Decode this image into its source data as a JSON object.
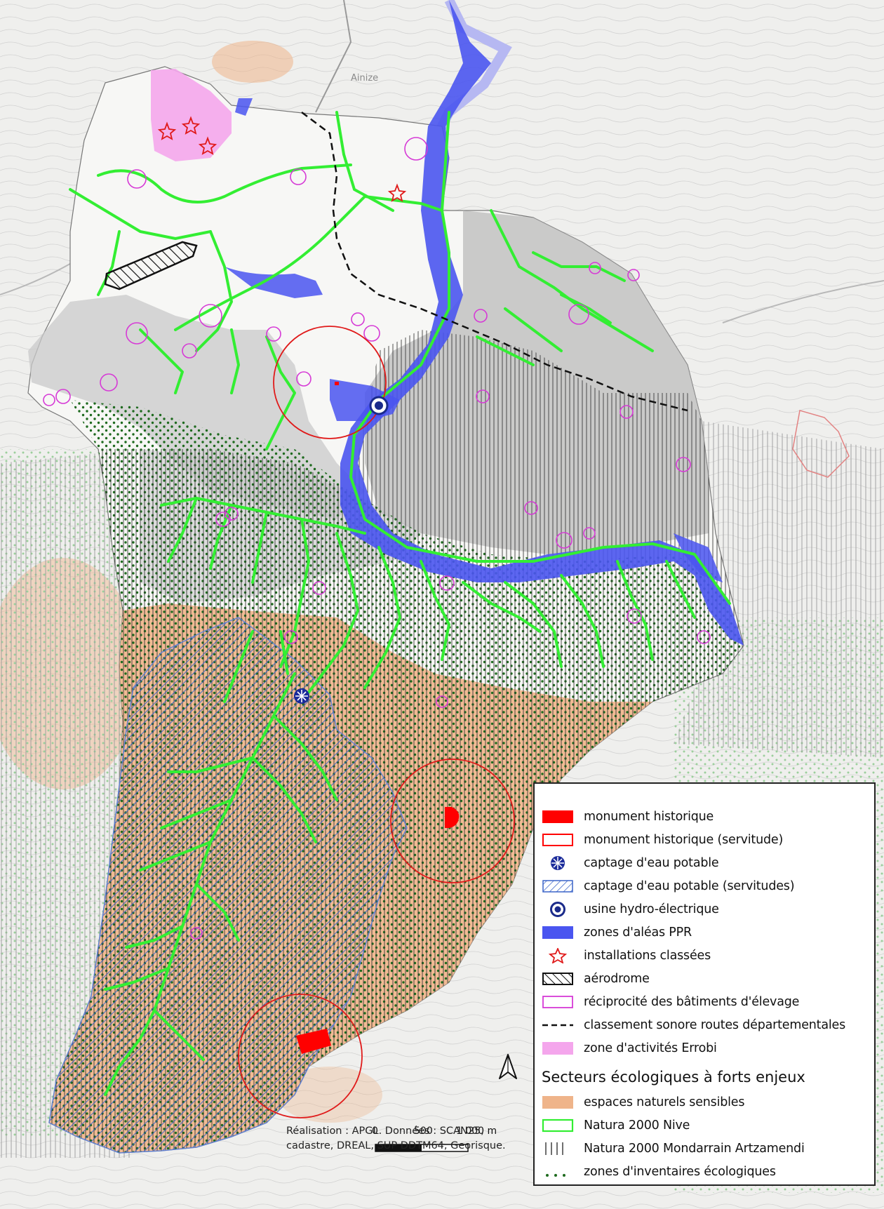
{
  "legend": {
    "items": [
      {
        "label": "monument historique",
        "icon": "filled-red-rect-icon"
      },
      {
        "label": "monument historique (servitude)",
        "icon": "red-outline-rect-icon"
      },
      {
        "label": "captage d'eau potable",
        "icon": "water-capture-icon"
      },
      {
        "label": "captage d'eau potable (servitudes)",
        "icon": "blue-hatch-icon"
      },
      {
        "label": "usine hydro-électrique",
        "icon": "hydro-plant-icon"
      },
      {
        "label": "zones d'aléas PPR",
        "icon": "blue-fill-icon"
      },
      {
        "label": "installations classées",
        "icon": "red-star-icon"
      },
      {
        "label": "aérodrome",
        "icon": "black-hatch-icon"
      },
      {
        "label": "réciprocité des bâtiments d'élevage",
        "icon": "magenta-outline-icon"
      },
      {
        "label": "classement sonore routes départementales",
        "icon": "black-dash-icon"
      },
      {
        "label": "zone d'activités Errobi",
        "icon": "pink-fill-icon"
      }
    ],
    "section_title": "Secteurs écologiques à forts enjeux",
    "eco_items": [
      {
        "label": "espaces naturels sensibles",
        "icon": "orange-fill-icon"
      },
      {
        "label": "Natura 2000 Nive",
        "icon": "green-outline-icon"
      },
      {
        "label": "Natura 2000 Mondarrain Artzamendi",
        "icon": "vertical-lines-icon"
      },
      {
        "label": "zones d'inventaires écologiques",
        "icon": "green-dots-icon"
      }
    ]
  },
  "scale": {
    "tick0": "0",
    "tick1": "500",
    "tick2": "1 000 m"
  },
  "credit": {
    "line1": "Réalisation : APGL. Données : SCAN25,",
    "line2": "cadastre, DREAL, SUP DDTM64, Georisque."
  },
  "colors": {
    "historic": "#ff0000",
    "ppr": "#4a55f0",
    "natura_nive": "#33ee33",
    "ens": "#efb48a",
    "errobi": "#f4a6ec",
    "reciprocity": "#d63ad6",
    "eco_dots": "#1e6a1e"
  }
}
